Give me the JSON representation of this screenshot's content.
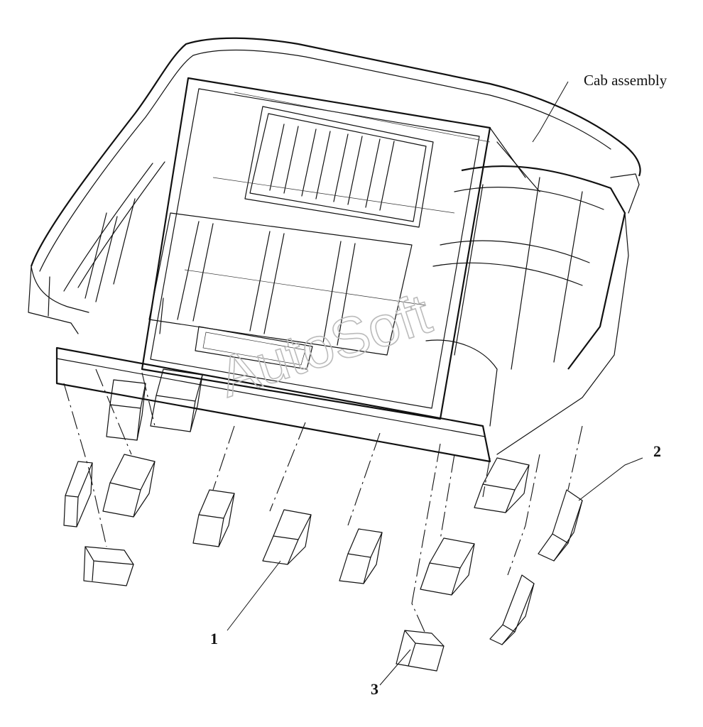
{
  "labels": {
    "assembly": "Cab assembly",
    "part_1": "1",
    "part_2": "2",
    "part_3": "3"
  },
  "watermark": "AutoSoft"
}
